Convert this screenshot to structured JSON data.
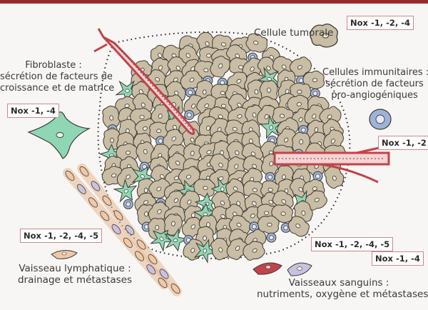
{
  "labels": {
    "tumor_cell": "Cellule tumorale",
    "fibroblast": [
      "Fibroblaste :",
      "sécrétion de facteurs de",
      "croissance et de matrice"
    ],
    "immune": [
      "Cellules immunitaires :",
      "sécrétion de facteurs",
      "pro-angiogéniques"
    ],
    "lymph": [
      "Vaisseau lymphatique :",
      "drainage et métastases"
    ],
    "blood": [
      "Vaisseaux sanguins :",
      "nutriments, oxygène et métastases"
    ]
  },
  "nox": {
    "tumor": "Nox -1, -2, -4",
    "fibroblast": "Nox -1, -4",
    "immune": "Nox -1, -2",
    "lymph": "Nox -1, -2, -4, -5",
    "blood_a": "Nox -1, -2, -4, -5",
    "blood_b": "Nox -1, -4"
  },
  "colors": {
    "accent_bar": "#9b2a2e",
    "tumor_cell": "#c9bda5",
    "fibroblast": "#8fd6b4",
    "immune_cell": "#9fb3d8",
    "blood_vessel": "#c0444a",
    "lymph_vessel": "#f0c8a8"
  }
}
